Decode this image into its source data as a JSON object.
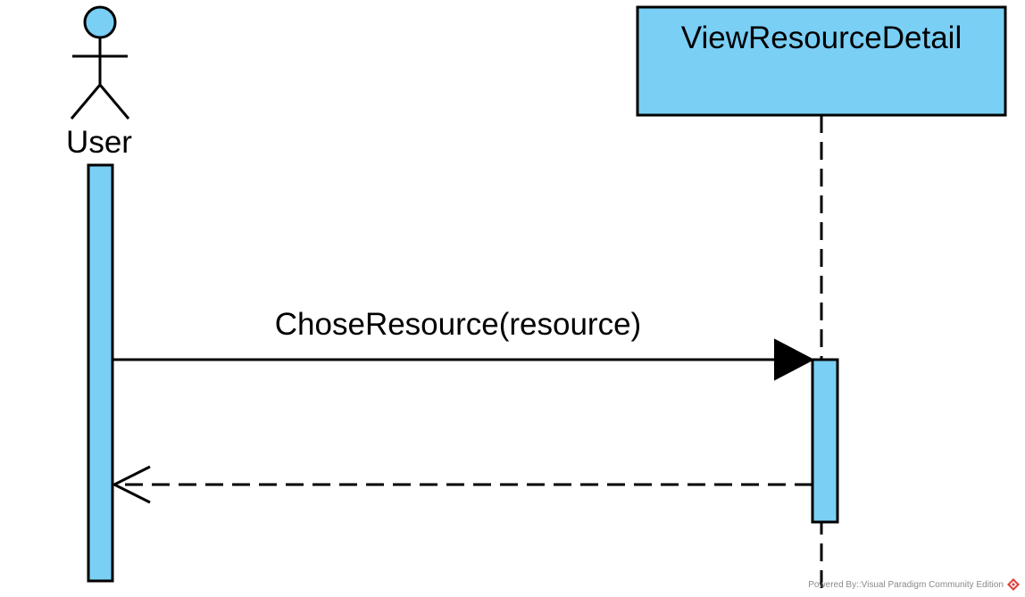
{
  "colors": {
    "fill": "#7ACFF5",
    "stroke": "#000000",
    "logo": "#E0413E"
  },
  "actor": {
    "name": "User"
  },
  "lifeline": {
    "name": "ViewResourceDetail"
  },
  "messages": [
    {
      "label": "ChoseResource(resource)",
      "kind": "synchronous"
    },
    {
      "label": "",
      "kind": "return"
    }
  ],
  "watermark": {
    "text": "Powered By::Visual Paradigm Community Edition",
    "logo_icon": "visual-paradigm-logo-icon"
  }
}
